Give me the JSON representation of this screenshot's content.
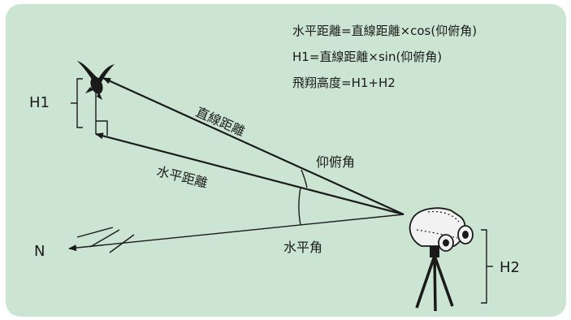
{
  "colors": {
    "background": "#cce5d3",
    "ink": "#1a1a1a",
    "binocular_body": "#f2f2f2"
  },
  "formulas": {
    "horizontal_distance": "水平距離=直線距離×cos(仰俯角)",
    "h1": "H1=直線距離×sin(仰俯角)",
    "flight_height": "飛翔高度=H1+H2"
  },
  "labels": {
    "h1": "H1",
    "h2": "H2",
    "north": "N",
    "straight_distance": "直線距離",
    "horizontal_distance": "水平距離",
    "elevation_angle": "仰俯角",
    "horizontal_angle": "水平角"
  },
  "icons": {
    "bird": "bird-silhouette-icon",
    "binoculars": "binoculars-on-tripod-icon"
  }
}
